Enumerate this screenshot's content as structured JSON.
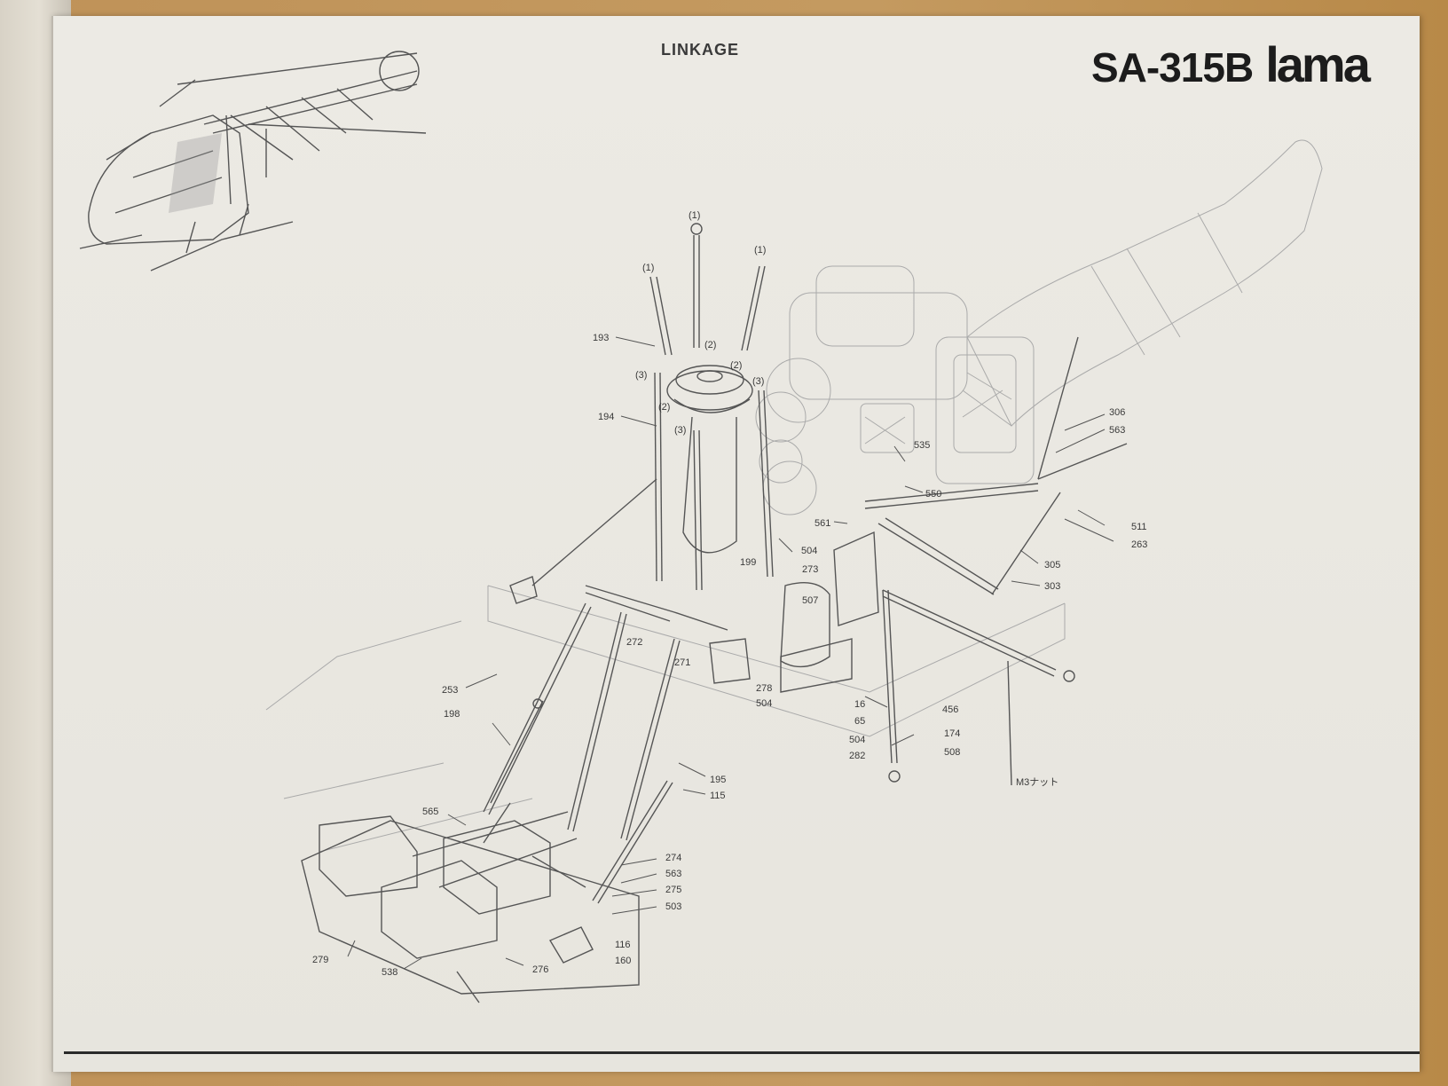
{
  "page": {
    "title": "LINKAGE",
    "model_code": "SA-315B",
    "model_brand": "lama"
  },
  "part_labels": [
    {
      "id": "l1a",
      "text": "(1)"
    },
    {
      "id": "l1b",
      "text": "(1)"
    },
    {
      "id": "l1c",
      "text": "(1)"
    },
    {
      "id": "l193",
      "text": "193"
    },
    {
      "id": "l2a",
      "text": "(2)"
    },
    {
      "id": "l2b",
      "text": "(2)"
    },
    {
      "id": "l2c",
      "text": "(2)"
    },
    {
      "id": "l3a",
      "text": "(3)"
    },
    {
      "id": "l3b",
      "text": "(3)"
    },
    {
      "id": "l3c",
      "text": "(3)"
    },
    {
      "id": "l194",
      "text": "194"
    },
    {
      "id": "l306",
      "text": "306"
    },
    {
      "id": "l563a",
      "text": "563"
    },
    {
      "id": "l535",
      "text": "535"
    },
    {
      "id": "l550",
      "text": "550"
    },
    {
      "id": "l561",
      "text": "561"
    },
    {
      "id": "l511",
      "text": "511"
    },
    {
      "id": "l263",
      "text": "263"
    },
    {
      "id": "l504a",
      "text": "504"
    },
    {
      "id": "l199",
      "text": "199"
    },
    {
      "id": "l273",
      "text": "273"
    },
    {
      "id": "l305",
      "text": "305"
    },
    {
      "id": "l303",
      "text": "303"
    },
    {
      "id": "l507",
      "text": "507"
    },
    {
      "id": "l272",
      "text": "272"
    },
    {
      "id": "l271",
      "text": "271"
    },
    {
      "id": "l253",
      "text": "253"
    },
    {
      "id": "l278",
      "text": "278"
    },
    {
      "id": "l504b",
      "text": "504"
    },
    {
      "id": "l16",
      "text": "16"
    },
    {
      "id": "l65",
      "text": "65"
    },
    {
      "id": "l456",
      "text": "456"
    },
    {
      "id": "l198",
      "text": "198"
    },
    {
      "id": "l504c",
      "text": "504"
    },
    {
      "id": "l174",
      "text": "174"
    },
    {
      "id": "l282",
      "text": "282"
    },
    {
      "id": "l508",
      "text": "508"
    },
    {
      "id": "l195",
      "text": "195"
    },
    {
      "id": "l115",
      "text": "115"
    },
    {
      "id": "lm3",
      "text": "M3ナット"
    },
    {
      "id": "l565",
      "text": "565"
    },
    {
      "id": "l274",
      "text": "274"
    },
    {
      "id": "l563b",
      "text": "563"
    },
    {
      "id": "l275",
      "text": "275"
    },
    {
      "id": "l503",
      "text": "503"
    },
    {
      "id": "l116",
      "text": "116"
    },
    {
      "id": "l279",
      "text": "279"
    },
    {
      "id": "l538",
      "text": "538"
    },
    {
      "id": "l276",
      "text": "276"
    },
    {
      "id": "l160",
      "text": "160"
    }
  ]
}
